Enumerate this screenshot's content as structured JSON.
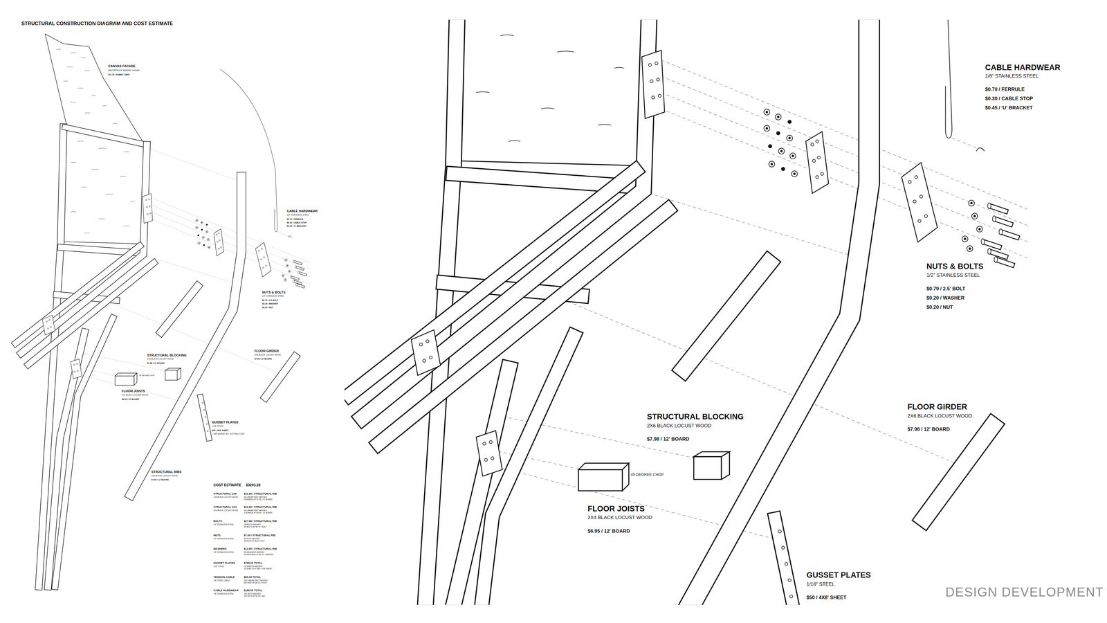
{
  "diagram": {
    "title": "STRUCTURAL CONSTRUCTION DIAGRAM AND COST ESTIMATE",
    "labels": [
      "CANVAS FACADE",
      "WATERPROOF MARINE CANVAS",
      "$11.76 / FABRIC YARD",
      "CABLE HARDWEAR",
      "1/8\" STAINLESS STEEL",
      "$0.70 / FERRULE",
      "$0.30 / CABLE STOP",
      "$0.45 / 'U' BRACKET",
      "NUTS & BOLTS",
      "1/2\" STAINLESS STEEL",
      "$0.79 / 2.5' BOLT",
      "$0.20 / WASHER",
      "$0.20 / NUT",
      "STRUCTURAL BLOCKING",
      "2X6 BLACK LOCUST WOOD",
      "$7.98 / 12' BOARD",
      "FLOOR GIRDER",
      "2X6 BLACK LOCUST WOOD",
      "$7.98 / 12' BOARD",
      "FLOOR JOISTS",
      "2X4 BLACK LOCUST WOOD",
      "$6.95 / 12' BOARD",
      "GUSSET PLATES",
      "1/16\" STEEL",
      "$50 / 4X8' SHEET",
      "+ $45 WATER JET CUTTING COST",
      "STRUCTURAL RIBS",
      "2X6 BLACK LOCUST WOOD",
      "$7.98 / 12' BOARD",
      "45 DEGREE CHOP",
      "CABLE HARDWEAR",
      "1/8\" STAINLESS STEEL",
      "$0.70 / FERRULE",
      "$0.30 / CABLE STOP",
      "$0.45 / 'U' BRACKET",
      "NUTS & BOLTS",
      "1/2\" STAINLESS STEEL",
      "$0.79 / 2.5' BOLT",
      "$0.20 / WASHER",
      "$0.20 / NUT",
      "STRUCTURAL BLOCKING",
      "2X6 BLACK LOCUST WOOD",
      "$7.98 / 12' BOARD",
      "FLOOR GIRDER",
      "2X6 BLACK LOCUST WOOD",
      "$7.98 / 12' BOARD",
      "45 DEGREE CHOP",
      "FLOOR JOISTS",
      "2X4 BLACK LOCUST WOOD",
      "$6.95 / 12' BOARD",
      "GUSSET PLATES",
      "1/16\" STEEL",
      "$50 / 4X8' SHEET",
      "COST ESTIMATE",
      "$3203.28",
      "STRUCTURAL 2X6",
      "2X6 BLACK LOCUST WOOD",
      "$31.92 / STRUCTURAL RIB",
      "48 LINEAR FEET NEEDED",
      "4 BOARDS AT $7.98 / 12' BOARD",
      "STRUCTURAL 2X4",
      "2X4 BLACK LOCUST WOOD",
      "$13.90 / STRUCTURAL RIB",
      "16 LINEAR FEET NEEDED",
      "2 BOARDS AT $6.95 / 12' BOARD",
      "BOLTS",
      "1/2\" STAINLESS STEEL",
      "$27.65 / STRUCTURAL RIB",
      "35 BOLTS NEEDED",
      "35 BOLTS AT $0.79 / BOLT",
      "NUTS",
      "1/2\" STAINLESS STEEL",
      "$7.00 / STRUCTURAL RIB",
      "35 NUTS NEEDED",
      "35 NUTS AT $0.20 / NUT",
      "WASHERS",
      "1/2\" STAINLESS STEEL",
      "$13.00 / STRUCTURAL RIB",
      "65 WASHERS NEEDED",
      "65 WASHERS AT $0.20 / WASHER",
      "GUSSET PLATES",
      "1/16\" STEEL",
      "$750.00 TOTAL",
      "15 SHEETS NEEDED",
      "15 SHEETS AT $50 / 4X8' SHEET",
      "TENSION CABLE",
      "1/8\" STEEL CABLE",
      "$60.00 TOTAL",
      "300 LINEAR FEET NEEDED",
      "300 FEET AT $0.20 / FOOT",
      "CABLE HARDWEAR",
      "1/8\" STAINLESS STEEL",
      "$150.00 TOTAL",
      "100 SETS NEEDED",
      "100 SETS AT $1.50 / SET",
      "DESIGN DEVELOPMENT"
    ]
  }
}
